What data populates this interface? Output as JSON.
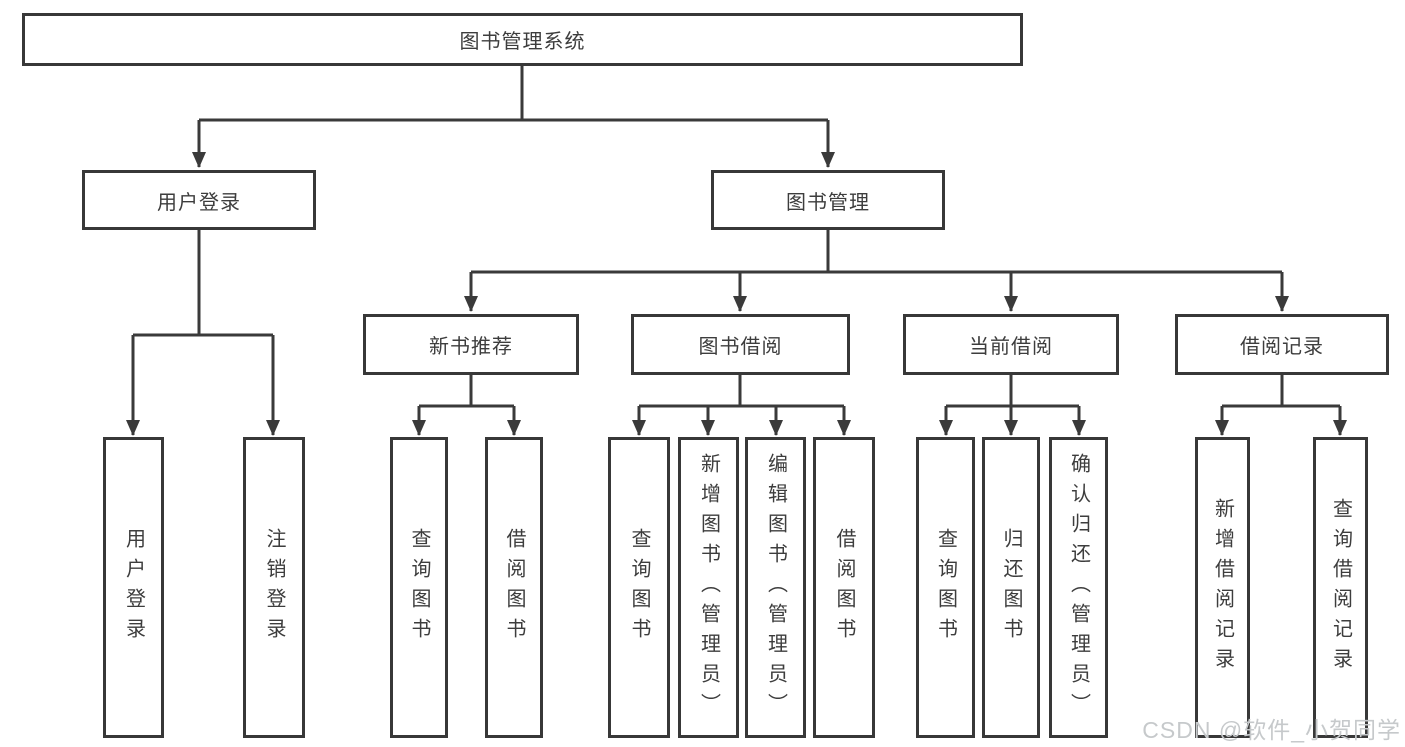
{
  "diagram_type": "hierarchy-flowchart",
  "tree": {
    "label": "图书管理系统",
    "children": [
      {
        "label": "用户登录",
        "children": [
          {
            "label": "用户登录"
          },
          {
            "label": "注销登录"
          }
        ]
      },
      {
        "label": "图书管理",
        "children": [
          {
            "label": "新书推荐",
            "children": [
              {
                "label": "查询图书"
              },
              {
                "label": "借阅图书"
              }
            ]
          },
          {
            "label": "图书借阅",
            "children": [
              {
                "label": "查询图书"
              },
              {
                "label": "新增图书（管理员）"
              },
              {
                "label": "编辑图书（管理员）"
              },
              {
                "label": "借阅图书"
              }
            ]
          },
          {
            "label": "当前借阅",
            "children": [
              {
                "label": "查询图书"
              },
              {
                "label": "归还图书"
              },
              {
                "label": "确认归还（管理员）"
              }
            ]
          },
          {
            "label": "借阅记录",
            "children": [
              {
                "label": "新增借阅记录"
              },
              {
                "label": "查询借阅记录"
              }
            ]
          }
        ]
      }
    ]
  },
  "watermark": {
    "text": "CSDN @软件_小贺同学"
  },
  "colors": {
    "line": "#3a3a3a",
    "box_border": "#383838",
    "box_background": "#ffffff",
    "text": "#3d3d3d",
    "watermark": "#c6c9cb",
    "page_background": "#ffffff"
  }
}
